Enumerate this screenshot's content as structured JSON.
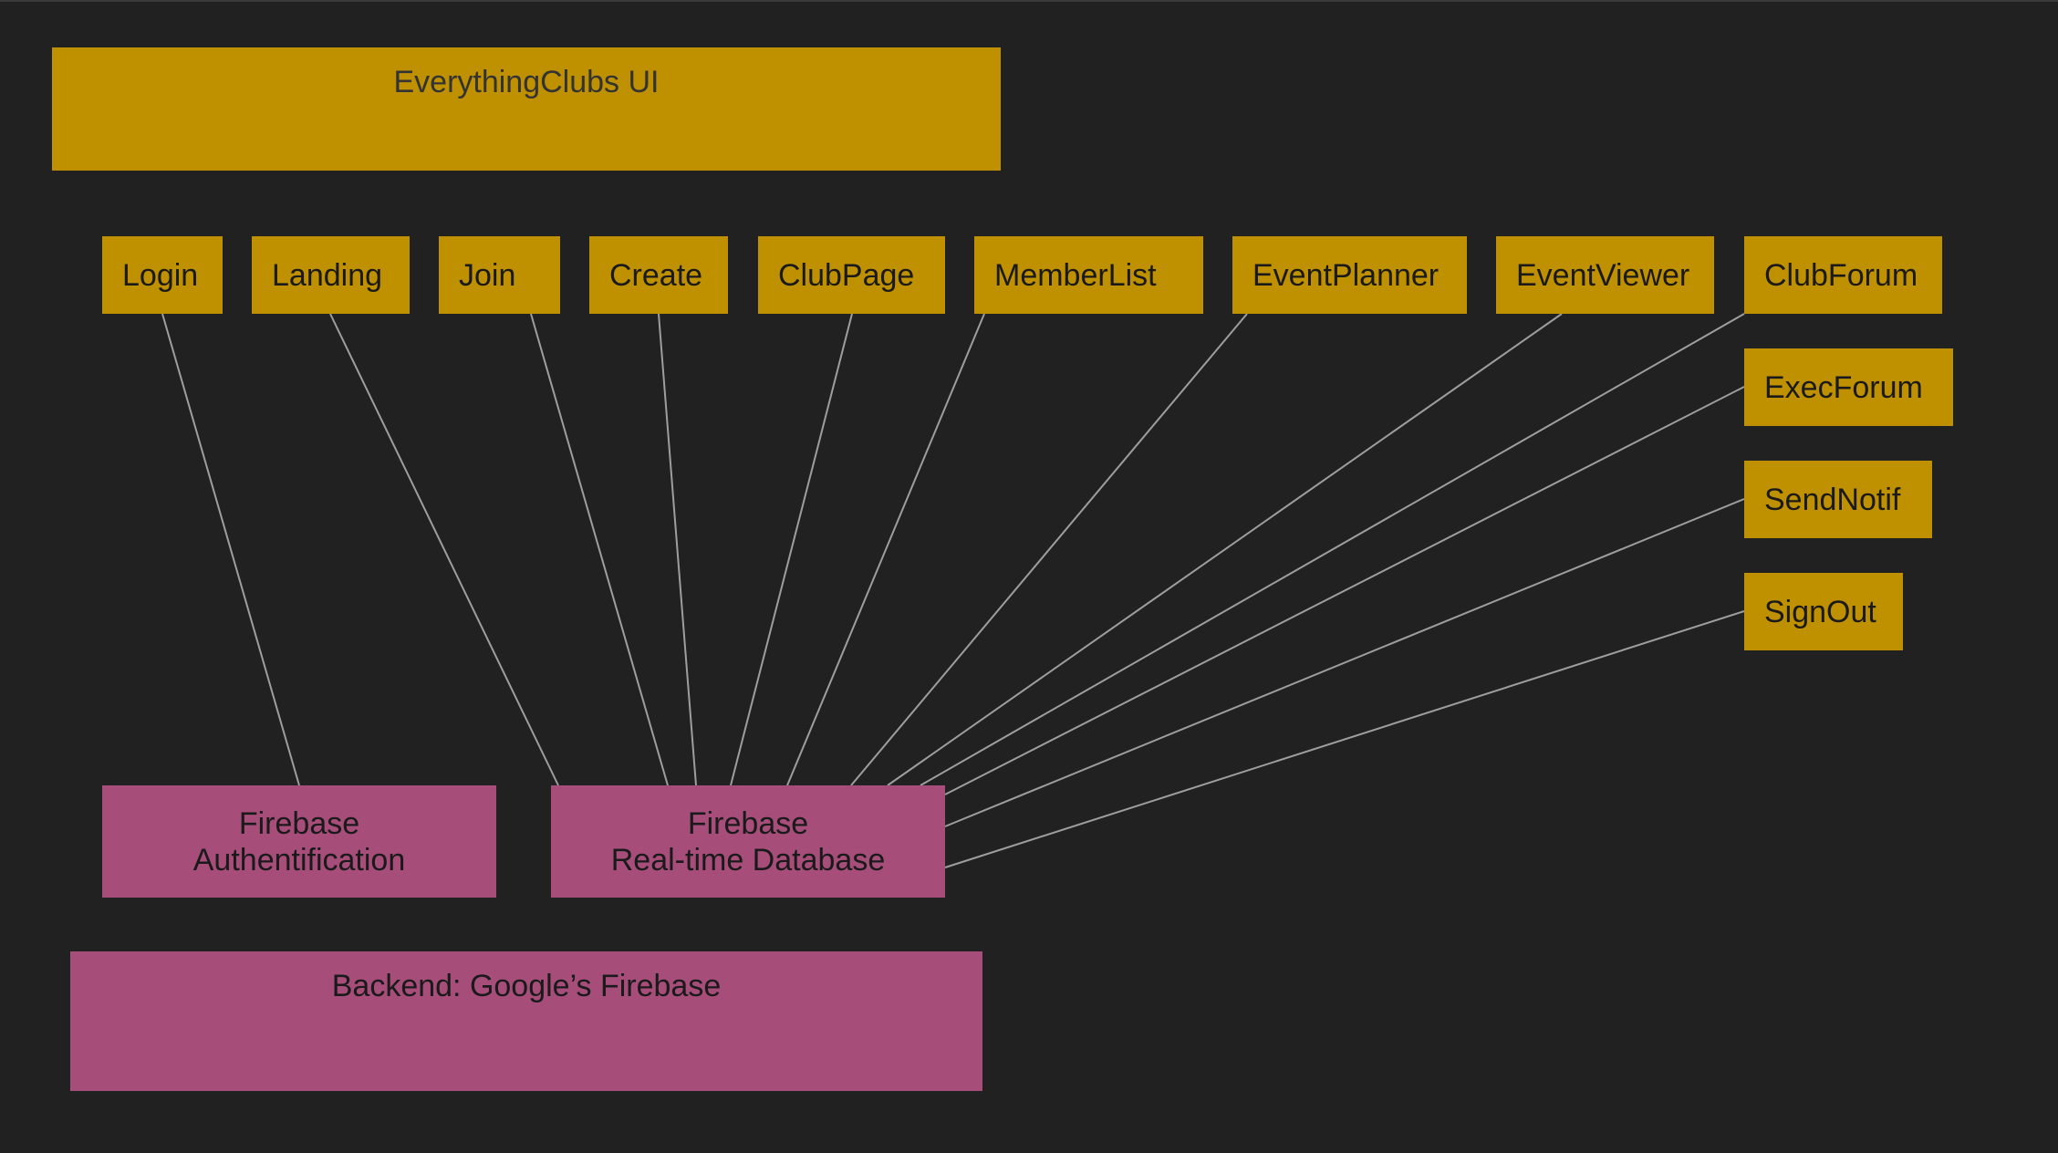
{
  "frontend": {
    "title": "EverythingClubs UI",
    "components": [
      {
        "id": "login",
        "label": "Login"
      },
      {
        "id": "landing",
        "label": "Landing"
      },
      {
        "id": "join",
        "label": "Join"
      },
      {
        "id": "create",
        "label": "Create"
      },
      {
        "id": "clubpage",
        "label": "ClubPage"
      },
      {
        "id": "memberlist",
        "label": "MemberList"
      },
      {
        "id": "eventplanner",
        "label": "EventPlanner"
      },
      {
        "id": "eventviewer",
        "label": "EventViewer"
      },
      {
        "id": "clubforum",
        "label": "ClubForum"
      },
      {
        "id": "execforum",
        "label": "ExecForum"
      },
      {
        "id": "sendnotif",
        "label": "SendNotif"
      },
      {
        "id": "signout",
        "label": "SignOut"
      }
    ]
  },
  "backend": {
    "title": "Backend: Google’s Firebase",
    "services": [
      {
        "id": "auth",
        "line1": "Firebase",
        "line2": "Authentification"
      },
      {
        "id": "rtdb",
        "line1": "Firebase",
        "line2": "Real-time Database"
      }
    ]
  },
  "connections": [
    {
      "from": "login",
      "to": "auth"
    },
    {
      "from": "landing",
      "to": "rtdb"
    },
    {
      "from": "join",
      "to": "rtdb"
    },
    {
      "from": "create",
      "to": "rtdb"
    },
    {
      "from": "clubpage",
      "to": "rtdb"
    },
    {
      "from": "memberlist",
      "to": "rtdb"
    },
    {
      "from": "eventplanner",
      "to": "rtdb"
    },
    {
      "from": "eventviewer",
      "to": "rtdb"
    },
    {
      "from": "clubforum",
      "to": "rtdb"
    },
    {
      "from": "execforum",
      "to": "rtdb"
    },
    {
      "from": "sendnotif",
      "to": "rtdb"
    },
    {
      "from": "signout",
      "to": "rtdb"
    }
  ],
  "colors": {
    "background": "#212121",
    "frontend": "#bf9000",
    "backend": "#a64d79",
    "connector": "#9e9e9e"
  }
}
